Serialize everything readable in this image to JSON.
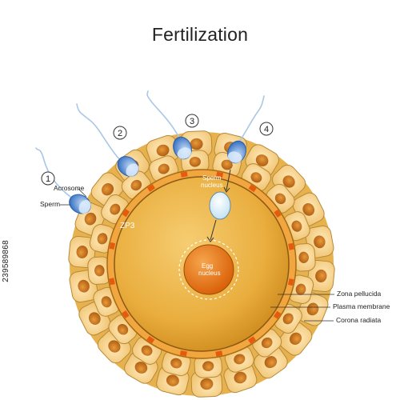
{
  "title": "Fertilization",
  "stage_numbers": [
    "1",
    "2",
    "3",
    "4"
  ],
  "labels": {
    "acrosome": "Acrosome",
    "sperm": "Sperm",
    "zp3": "ZP3",
    "sperm_nucleus_line1": "Sperm",
    "sperm_nucleus_line2": "nucleus",
    "egg_nucleus_line1": "Egg",
    "egg_nucleus_line2": "nucleus",
    "zona_pellucida": "Zona pellucida",
    "plasma_membrane": "Plasma membrane",
    "corona_radiata": "Corona radiata"
  },
  "watermark": "239589868",
  "colors": {
    "corona_cell": "#f7d38f",
    "corona_cell_edge": "#b58a3a",
    "corona_nucleus": "#c46a12",
    "zona": "#f2a640",
    "egg": "#e9ad3d",
    "egg_nucleus": "#e36f0c",
    "sperm_head": "#4f86cf",
    "sperm_tail": "#a9c7e6",
    "receptor": "#e65a0e"
  }
}
